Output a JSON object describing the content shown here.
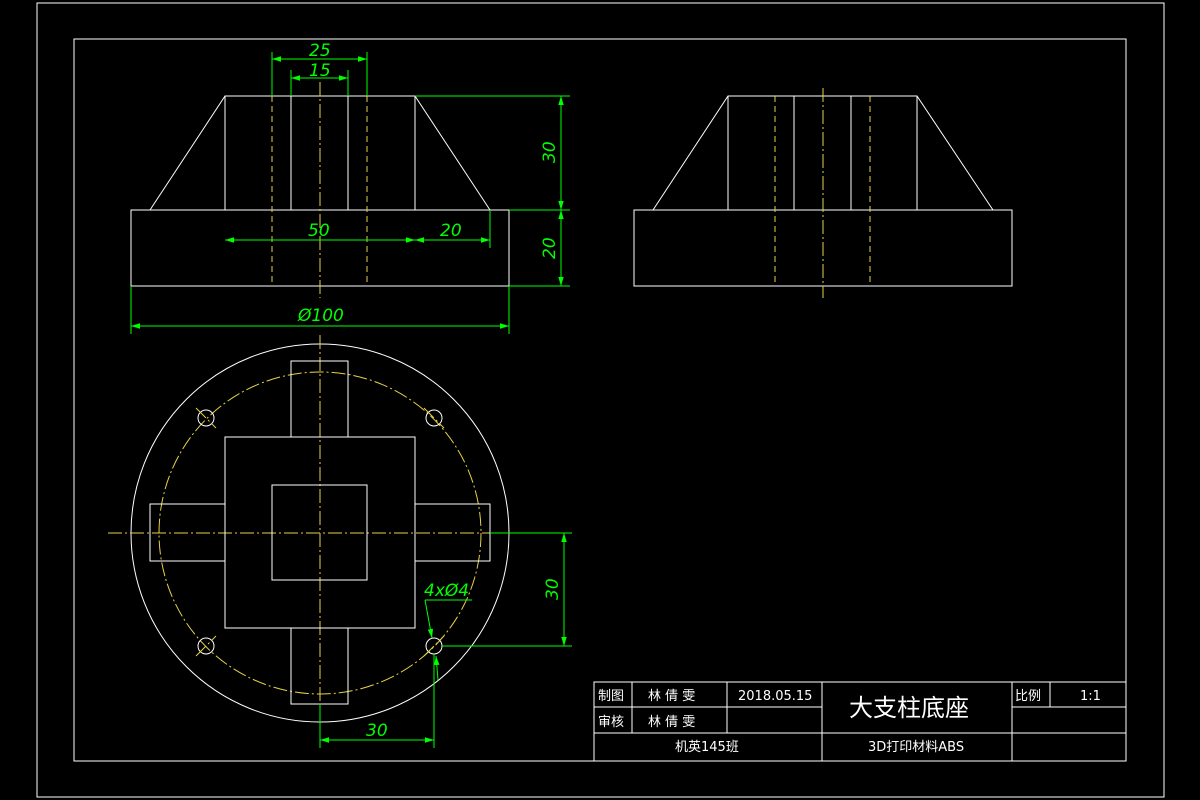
{
  "colors": {
    "background": "#000000",
    "outline": "#ffffff",
    "hidden_center": "#e6d24a",
    "dimension": "#00ff00"
  },
  "dimensions": {
    "top_width_outer": "25",
    "top_width_inner": "15",
    "upper_height": "30",
    "lower_height": "20",
    "upper_base_width": "50",
    "flange_width": "20",
    "base_diameter": "Ø100",
    "plan_offset_y": "30",
    "plan_offset_x": "30",
    "holes": "4xØ4"
  },
  "title_block": {
    "drawn_label": "制图",
    "drawn_by": "林 倩 雯",
    "date": "2018.05.15",
    "checked_label": "审核",
    "checked_by": "林 倩 雯",
    "title": "大支柱底座",
    "scale_label": "比例",
    "scale": "1:1",
    "class_name": "机英145班",
    "material": "3D打印材料ABS"
  }
}
